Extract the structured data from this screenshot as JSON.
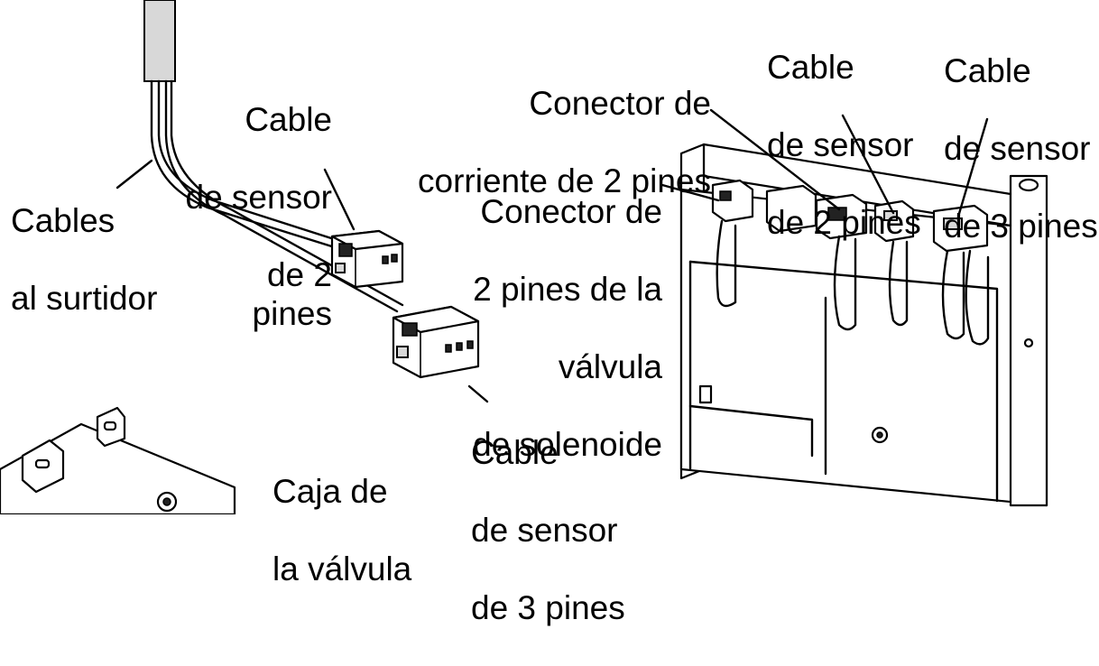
{
  "labels": {
    "cable_2pin_left": [
      "Cable",
      "de sensor",
      "de 2 pines"
    ],
    "cables_surtidor": [
      "Cables",
      "al surtidor"
    ],
    "cable_3pin_left": [
      "Cable",
      "de sensor",
      "de 3 pines"
    ],
    "caja_valvula": [
      "Caja de",
      "la válvula"
    ],
    "conector_corriente": [
      "Conector de",
      "corriente de 2 pines"
    ],
    "conector_valvula": [
      "Conector de",
      "2 pines de la",
      "válvula",
      "de solenoide"
    ],
    "cable_2pin_right": [
      "Cable",
      "de sensor",
      "de 2 pines"
    ],
    "cable_3pin_right": [
      "Cable",
      "de sensor",
      "de 3 pines"
    ]
  }
}
